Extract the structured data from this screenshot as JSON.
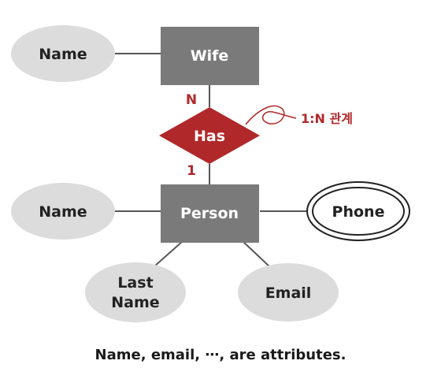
{
  "entities": {
    "wife": "Wife",
    "person": "Person"
  },
  "relationship": {
    "label": "Has",
    "cardinality_top": "N",
    "cardinality_bottom": "1",
    "note": "1:N 관계"
  },
  "attributes": {
    "wife_name": "Name",
    "person_name": "Name",
    "phone": "Phone",
    "last_name_line1": "Last",
    "last_name_line2": "Name",
    "email": "Email"
  },
  "caption": "Name, email, ⋯, are attributes.",
  "colors": {
    "entity_fill": "#7a7a7a",
    "relationship_fill": "#b0282a",
    "attribute_fill": "#dcdcdc",
    "line": "#555555",
    "accent_text": "#b0282a"
  }
}
